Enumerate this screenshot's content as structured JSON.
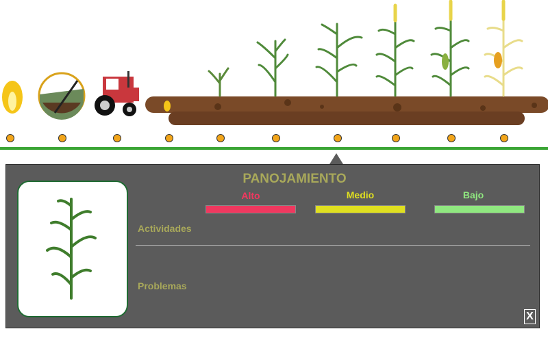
{
  "stage": {
    "title": "PANOJAMIENTO",
    "levels": [
      {
        "label": "Alto",
        "color": "#f0385f"
      },
      {
        "label": "Medio",
        "color": "#e0e020"
      },
      {
        "label": "Bajo",
        "color": "#90e880"
      }
    ],
    "actividades_label": "Actividades",
    "problemas_label": "Problemas",
    "close_label": "X"
  },
  "timeline": {
    "stages": [
      "semilla",
      "preparacion-suelo",
      "tractor",
      "siembra",
      "emergencia",
      "desarrollo-vegetativo",
      "crecimiento",
      "panojamiento",
      "llenado",
      "madurez"
    ],
    "accent": "#3aa535",
    "dot_color": "#f2a51a"
  }
}
